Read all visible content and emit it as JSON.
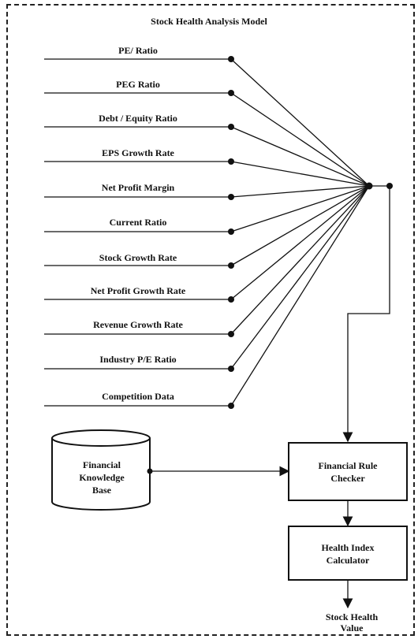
{
  "diagram": {
    "title": "Stock Health Analysis Model",
    "inputs": [
      "PE/ Ratio",
      "PEG Ratio",
      "Debt / Equity Ratio",
      "EPS Growth Rate",
      "Net Profit Margin",
      "Current Ratio",
      "Stock Growth Rate",
      "Net Profit Growth Rate",
      "Revenue Growth Rate",
      "Industry P/E Ratio",
      "Competition Data"
    ],
    "knowledge_base": "Financial\nKnowledge\nBase",
    "rule_checker": "Financial Rule\nChecker",
    "health_calculator": "Health Index\nCalculator",
    "output": "Stock Health\nValue"
  }
}
